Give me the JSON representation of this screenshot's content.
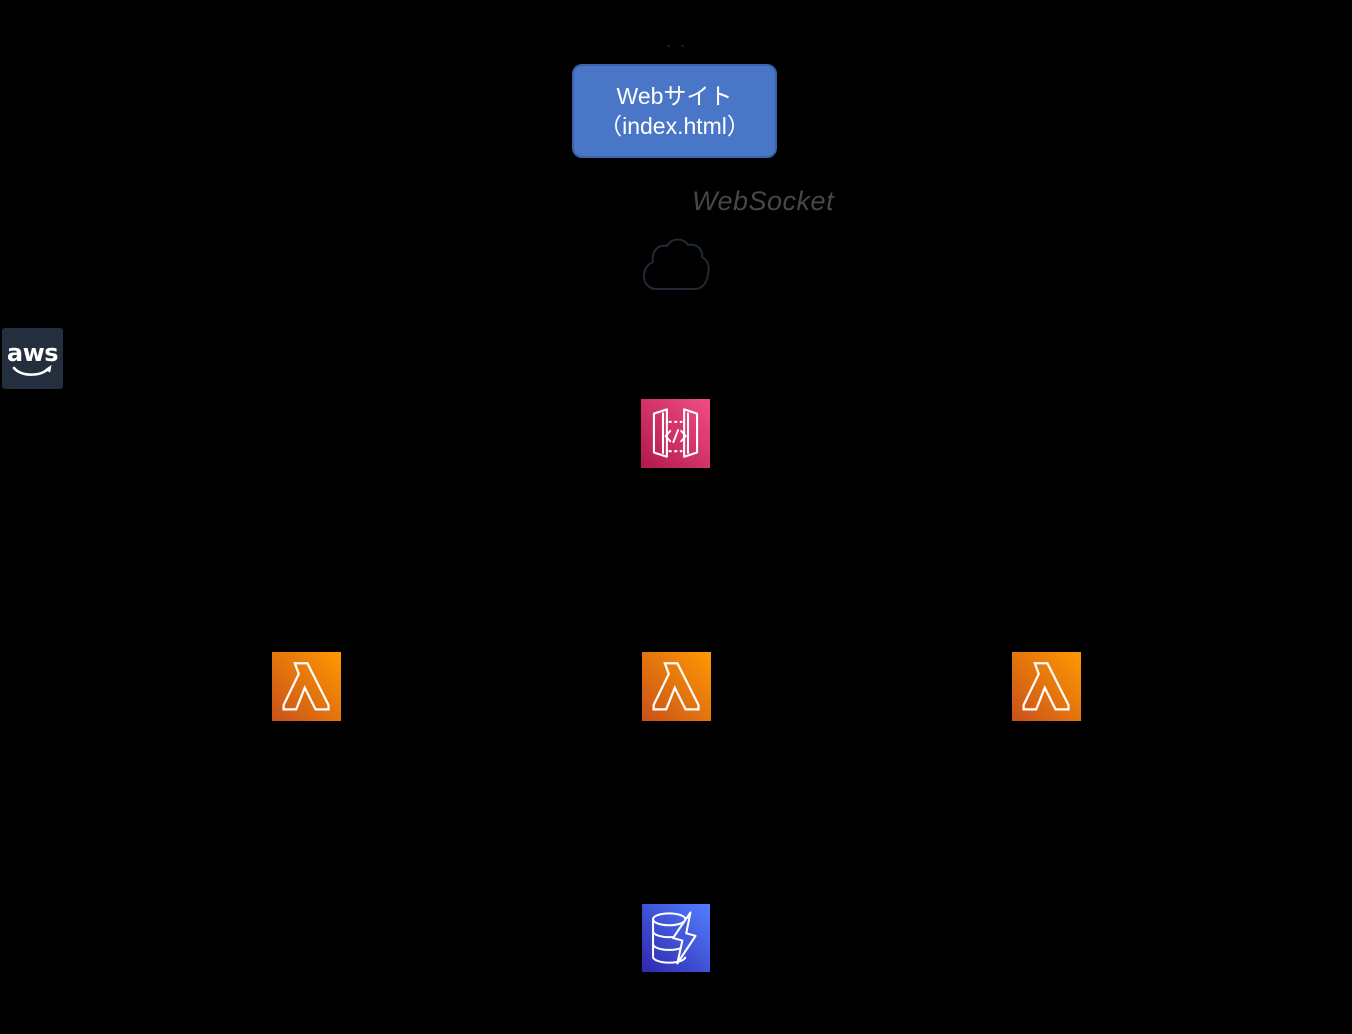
{
  "canvas": {
    "background": "#000000"
  },
  "title_box": {
    "line1": "Webサイト",
    "line2": "（index.html）",
    "fill": "#4A76C8",
    "border": "#3A63AB",
    "text_color": "#FFFFFF"
  },
  "labels": {
    "websocket": {
      "text": "WebSocket",
      "color": "#474747"
    }
  },
  "aws_logo": {
    "text": "aws",
    "bg": "#232F3E",
    "fg": "#FFFFFF"
  },
  "icons": {
    "api_gateway": {
      "name": "amazon-api-gateway-icon",
      "gradient_from": "#B0194D",
      "gradient_to": "#F34C86",
      "glyph_color": "#FFFFFF"
    },
    "lambda": {
      "name": "aws-lambda-icon",
      "gradient_from": "#C8511B",
      "gradient_to": "#FF9900",
      "glyph_color": "#FFFFFF"
    },
    "dynamodb": {
      "name": "amazon-dynamodb-icon",
      "gradient_from": "#2E27AD",
      "gradient_to": "#527FFF",
      "glyph_color": "#FFFFFF",
      "bolt_fill": "#435ADD"
    },
    "cloud_outline": {
      "name": "aws-cloud-outline-icon",
      "stroke": "#243140"
    }
  },
  "nodes": [
    {
      "id": "website-box"
    },
    {
      "id": "websocket-label"
    },
    {
      "id": "aws-cloud-outline"
    },
    {
      "id": "aws-logo"
    },
    {
      "id": "api-gateway"
    },
    {
      "id": "lambda-left"
    },
    {
      "id": "lambda-center"
    },
    {
      "id": "lambda-right"
    },
    {
      "id": "dynamodb"
    }
  ]
}
